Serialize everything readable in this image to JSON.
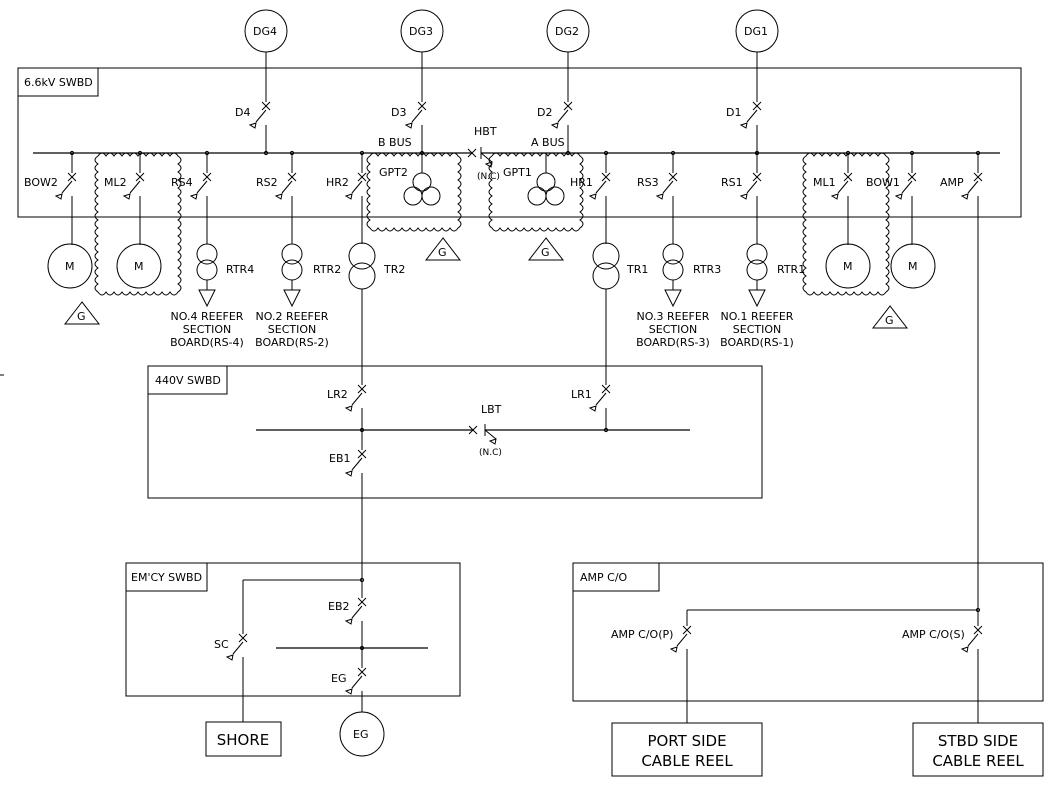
{
  "generators": {
    "dg4": "DG4",
    "dg3": "DG3",
    "dg2": "DG2",
    "dg1": "DG1",
    "eg": "EG"
  },
  "hv_swbd": {
    "title": "6.6kV SWBD",
    "bus_b": "B BUS",
    "bus_a": "A BUS",
    "breakers": {
      "d4": "D4",
      "d3": "D3",
      "d2": "D2",
      "d1": "D1",
      "hbt": "HBT",
      "hbt_state": "(N.C)",
      "bow2": "BOW2",
      "ml2": "ML2",
      "rs4": "RS4",
      "rs2": "RS2",
      "hr2": "HR2",
      "hr1": "HR1",
      "rs3": "RS3",
      "rs1": "RS1",
      "ml1": "ML1",
      "bow1": "BOW1",
      "amp": "AMP"
    },
    "gpt2": "GPT2",
    "gpt1": "GPT1"
  },
  "loads": {
    "motor": "M",
    "ground": "G",
    "rtr4": "RTR4",
    "rtr2": "RTR2",
    "tr2": "TR2",
    "tr1": "TR1",
    "rtr3": "RTR3",
    "rtr1": "RTR1",
    "rs4_board": [
      "NO.4 REEFER",
      "SECTION",
      "BOARD(RS-4)"
    ],
    "rs2_board": [
      "NO.2 REEFER",
      "SECTION",
      "BOARD(RS-2)"
    ],
    "rs3_board": [
      "NO.3 REEFER",
      "SECTION",
      "BOARD(RS-3)"
    ],
    "rs1_board": [
      "NO.1 REEFER",
      "SECTION",
      "BOARD(RS-1)"
    ]
  },
  "lv_swbd": {
    "title": "440V SWBD",
    "lr2": "LR2",
    "lr1": "LR1",
    "lbt": "LBT",
    "lbt_state": "(N.C)",
    "eb1": "EB1"
  },
  "em_swbd": {
    "title": "EM'CY SWBD",
    "eb2": "EB2",
    "eg": "EG",
    "sc": "SC"
  },
  "amp_co": {
    "title": "AMP C/O",
    "port": "AMP C/O(P)",
    "stbd": "AMP C/O(S)"
  },
  "boxes": {
    "shore": "SHORE",
    "port_reel": [
      "PORT SIDE",
      "CABLE REEL"
    ],
    "stbd_reel": [
      "STBD SIDE",
      "CABLE REEL"
    ]
  }
}
